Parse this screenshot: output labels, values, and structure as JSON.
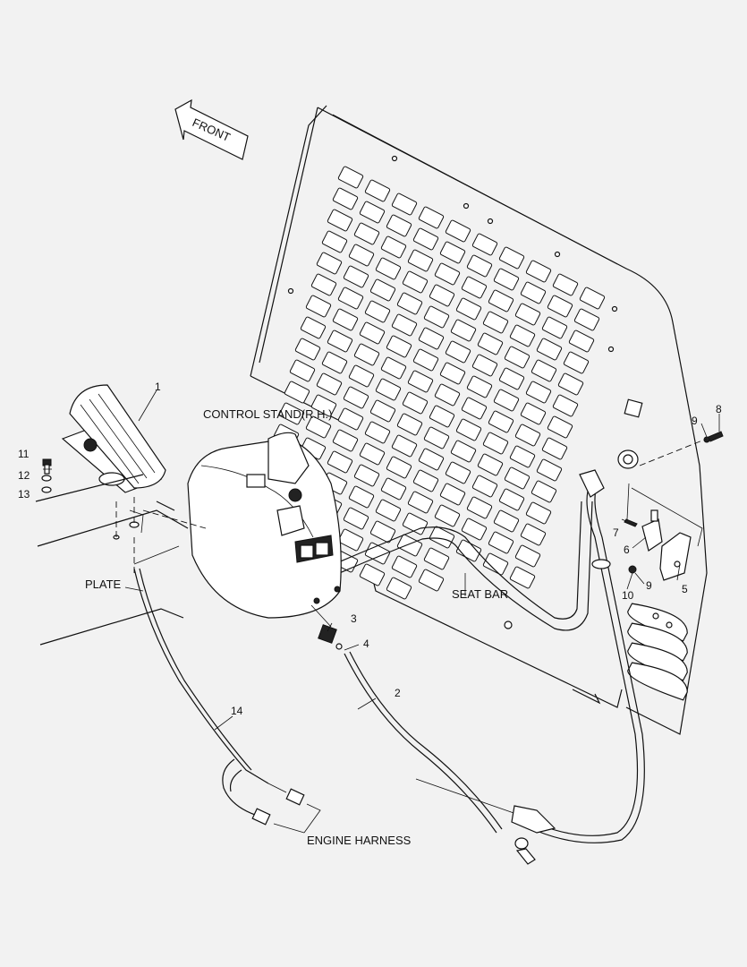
{
  "labels": {
    "front": "FRONT",
    "control_stand": "CONTROL STAND(R.H.)",
    "plate": "PLATE",
    "seat_bar": "SEAT BAR",
    "engine_harness": "ENGINE HARNESS"
  },
  "callouts": [
    "1",
    "2",
    "3",
    "4",
    "5",
    "6",
    "7",
    "8",
    "9",
    "9",
    "10",
    "11",
    "12",
    "13",
    "14"
  ]
}
